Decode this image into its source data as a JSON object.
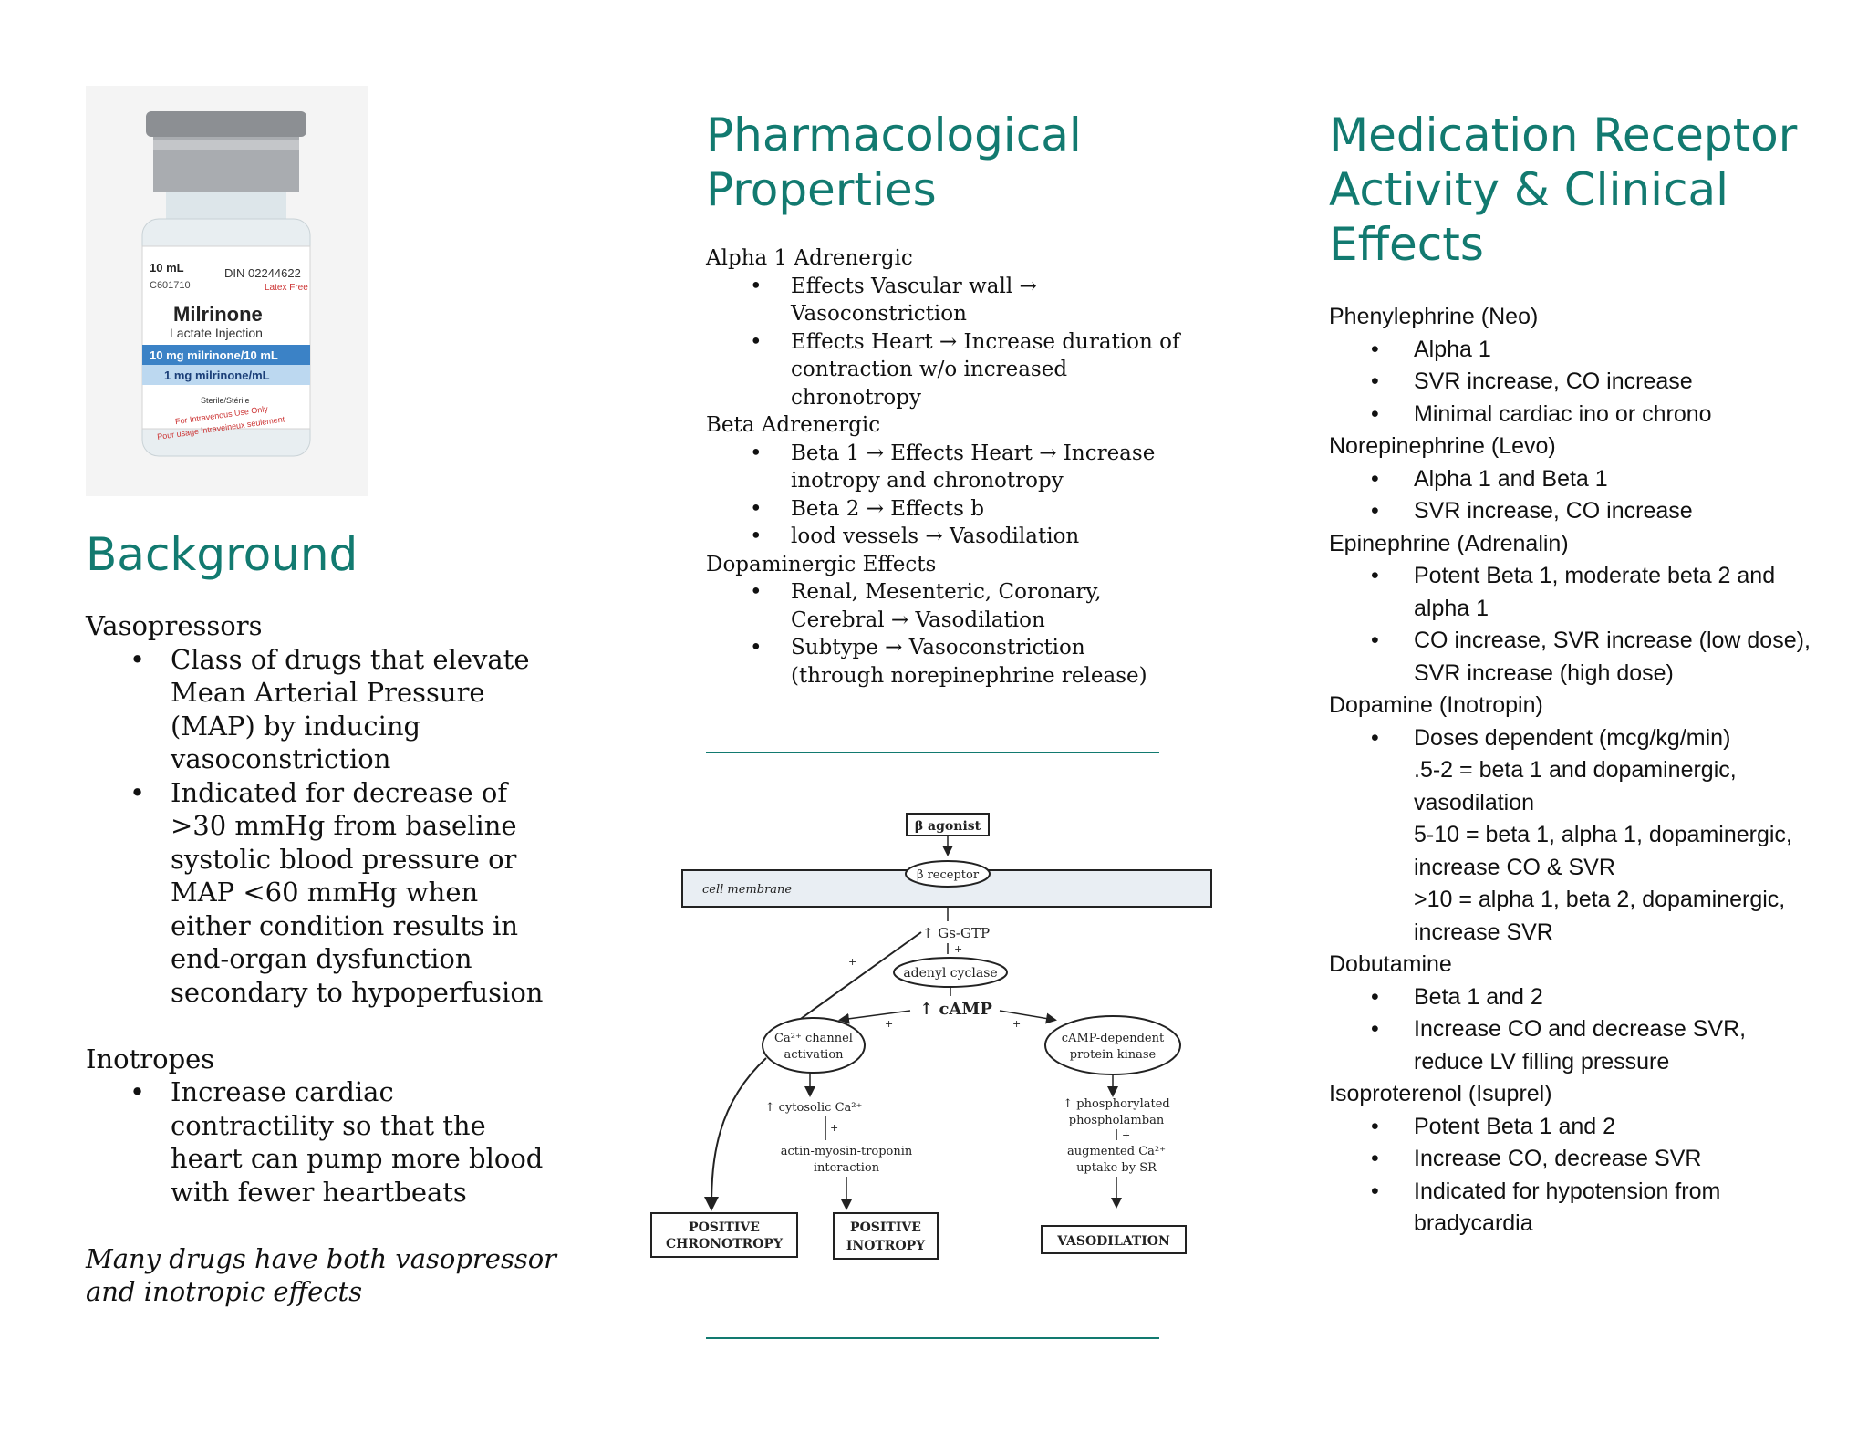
{
  "vial": {
    "volume": "10 mL",
    "code": "C601710",
    "din": "DIN 02244622",
    "latex": "Latex Free",
    "name": "Milrinone",
    "subtitle": "Lactate Injection",
    "strength1": "10 mg milrinone/10 mL",
    "strength2": "1 mg milrinone/mL",
    "sterile": "Sterile/Stérile",
    "use1": "For Intravenous Use Only",
    "use2": "Pour usage intraveineux seulement"
  },
  "background": {
    "heading": "Background",
    "vasopressors_title": "Vasopressors",
    "vasopressors_items": [
      "Class of drugs that elevate Mean Arterial Pressure (MAP) by inducing vasoconstriction",
      "Indicated for decrease of >30 mmHg from baseline systolic blood pressure or MAP <60 mmHg when either condition results in end-organ dysfunction secondary to hypoperfusion"
    ],
    "inotropes_title": "Inotropes",
    "inotropes_items": [
      "Increase cardiac contractility so that the heart can pump more blood with fewer heartbeats"
    ],
    "note": "Many drugs have both vasopressor and inotropic effects"
  },
  "pharm": {
    "heading": "Pharmacological Properties",
    "groups": [
      {
        "title": "Alpha 1 Adrenergic",
        "items": [
          "Effects Vascular wall → Vasoconstriction",
          "Effects Heart → Increase duration of contraction w/o increased chronotropy"
        ]
      },
      {
        "title": "Beta Adrenergic",
        "items": [
          "Beta 1 → Effects Heart → Increase inotropy and chronotropy",
          "Beta 2 → Effects b",
          "lood vessels → Vasodilation"
        ]
      },
      {
        "title": "Dopaminergic Effects",
        "items": [
          "Renal, Mesenteric, Coronary, Cerebral → Vasodilation",
          "Subtype → Vasoconstriction (through norepinephrine release)"
        ]
      }
    ]
  },
  "diagram": {
    "agonist": "β agonist",
    "receptor": "β receptor",
    "membrane": "cell membrane",
    "gs": "↑ Gs-GTP",
    "cyclase": "adenyl cyclase",
    "camp": "↑ cAMP",
    "ca_channel_1": "Ca²⁺ channel",
    "ca_channel_2": "activation",
    "pk_1": "cAMP-dependent",
    "pk_2": "protein kinase",
    "cytosolic": "↑ cytosolic Ca²⁺",
    "actin_1": "actin-myosin-troponin",
    "actin_2": "interaction",
    "phos_1": "↑ phosphorylated",
    "phos_2": "phospholamban",
    "aug_1": "augmented Ca²⁺",
    "aug_2": "uptake by SR",
    "chrono_1": "POSITIVE",
    "chrono_2": "CHRONOTROPY",
    "ino_1": "POSITIVE",
    "ino_2": "INOTROPY",
    "vaso": "VASODILATION",
    "plus": "+"
  },
  "med": {
    "heading": "Medication Receptor Activity & Clinical Effects",
    "drugs": [
      {
        "name": "Phenylephrine (Neo)",
        "items": [
          "Alpha 1",
          "SVR increase, CO increase",
          "Minimal cardiac ino or chrono"
        ]
      },
      {
        "name": "Norepinephrine (Levo)",
        "items": [
          "Alpha 1 and Beta 1",
          "SVR increase, CO increase"
        ]
      },
      {
        "name": "Epinephrine (Adrenalin)",
        "items": [
          "Potent Beta 1, moderate beta 2 and alpha 1",
          "CO increase, SVR increase (low dose), SVR increase (high dose)"
        ]
      },
      {
        "name": "Dopamine (Inotropin)",
        "items": [
          "Doses dependent (mcg/kg/min)"
        ],
        "dose_lines": [
          ".5-2 = beta 1 and dopaminergic, vasodilation",
          "5-10 = beta 1, alpha 1, dopaminergic, increase CO & SVR",
          ">10 = alpha 1, beta 2, dopaminergic, increase SVR"
        ]
      },
      {
        "name": "Dobutamine",
        "items": [
          "Beta 1 and 2",
          "Increase CO and decrease SVR, reduce LV filling pressure"
        ]
      },
      {
        "name": "Isoproterenol (Isuprel)",
        "items": [
          "Potent Beta 1 and 2",
          "Increase CO, decrease SVR",
          "Indicated for hypotension from bradycardia"
        ]
      }
    ]
  }
}
